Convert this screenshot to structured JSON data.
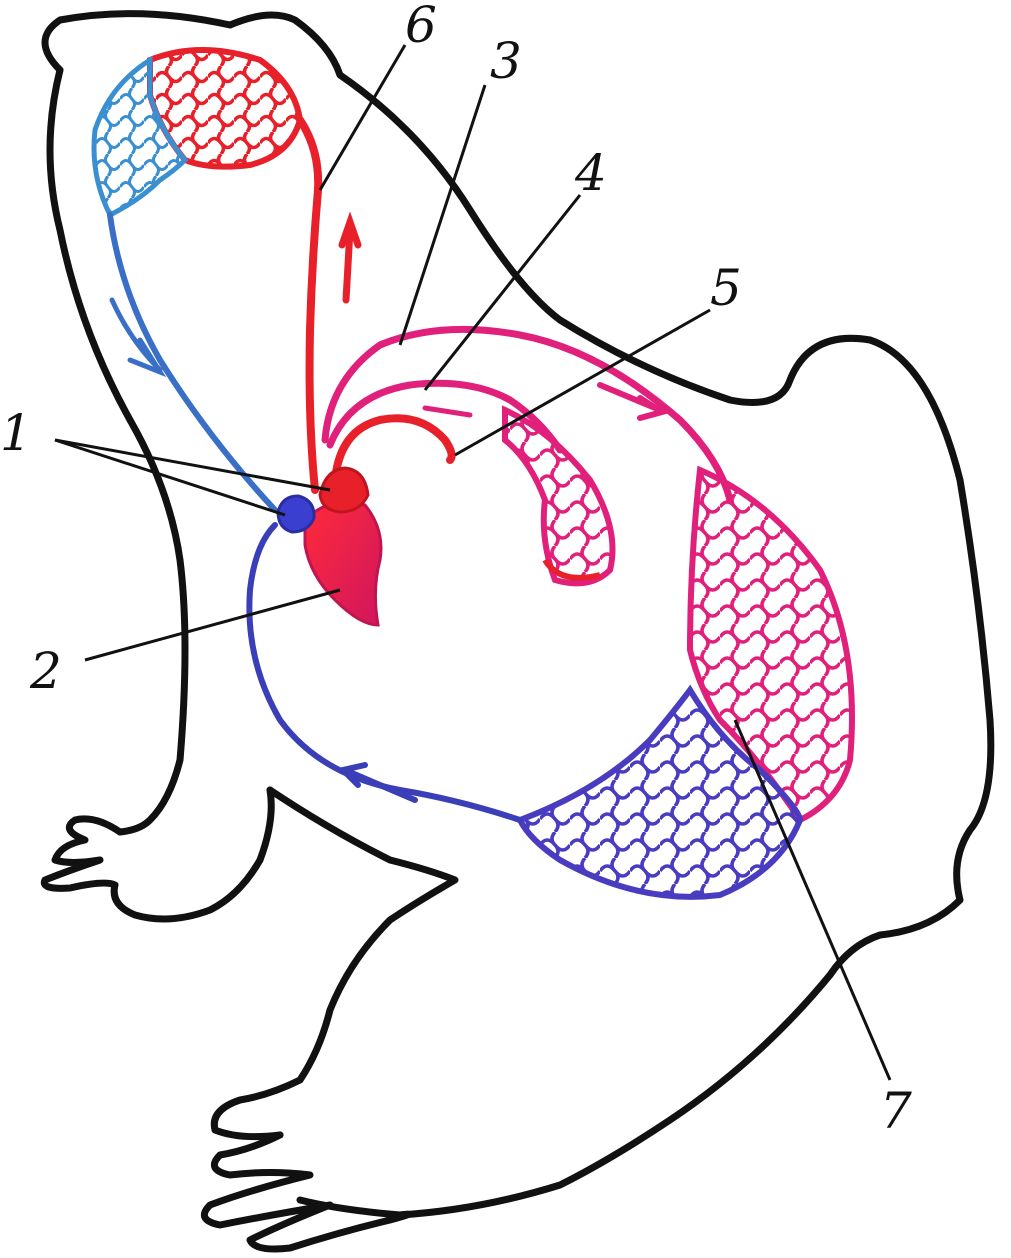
{
  "diagram": {
    "labels": {
      "l1": "1",
      "l2": "2",
      "l3": "3",
      "l4": "4",
      "l5": "5",
      "l6": "6",
      "l7": "7"
    },
    "colors": {
      "outline": "#111111",
      "arterial": "#e8202a",
      "venous": "#3a3fb8",
      "mixed": "#e0207a",
      "cutaneous_venous": "#3a8fd0",
      "heart": "#e01e5a",
      "atrium_left": "#e8202a",
      "atrium_right": "#3b3fd0"
    }
  }
}
